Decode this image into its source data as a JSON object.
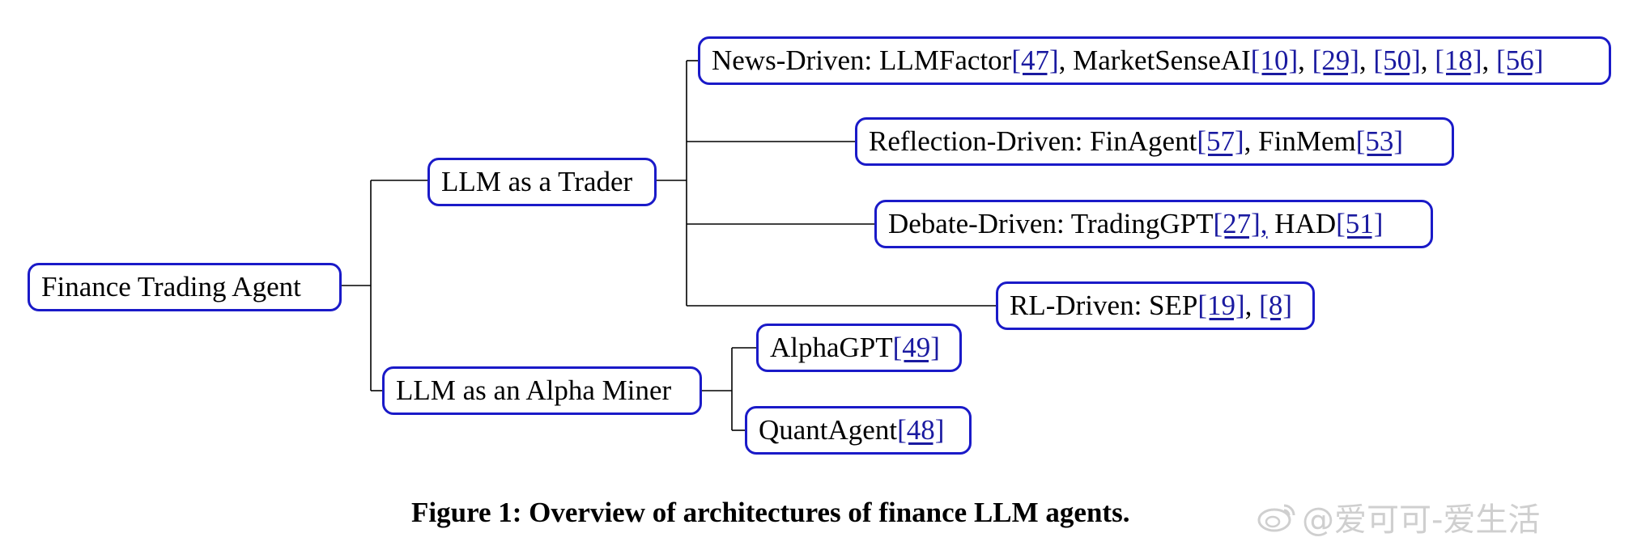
{
  "root": {
    "label": "Finance Trading Agent"
  },
  "trader": {
    "label": "LLM as a Trader",
    "children": {
      "news": {
        "prefix": "News-Driven: LLMFactor",
        "ref1": "[47]",
        "sep1": ", MarketSenseAI",
        "ref2": "[10]",
        "sep2": ", ",
        "ref3": "[29]",
        "sep3": ", ",
        "ref4": "[50]",
        "sep4": ", ",
        "ref5": "[18]",
        "sep5": ", ",
        "ref6": "[56]"
      },
      "reflection": {
        "prefix": "Reflection-Driven: FinAgent",
        "ref1": "[57]",
        "sep1": ", FinMem",
        "ref2": "[53]"
      },
      "debate": {
        "prefix": "Debate-Driven: TradingGPT",
        "ref1": "[27],",
        "sep1": " HAD",
        "ref2": "[51]"
      },
      "rl": {
        "prefix": "RL-Driven: SEP",
        "ref1": "[19]",
        "sep1": ", ",
        "ref2": "[8]"
      }
    }
  },
  "alpha": {
    "label": "LLM as an Alpha Miner",
    "children": {
      "alphagpt": {
        "prefix": "AlphaGPT",
        "ref1": "[49]"
      },
      "quantagent": {
        "prefix": "QuantAgent",
        "ref1": "[48]"
      }
    }
  },
  "caption": "Figure 1: Overview of architectures of finance LLM agents.",
  "watermark": "@爱可可-爱生活",
  "colors": {
    "node_border": "#1a1ac8",
    "ref_text": "#1a1aa0",
    "edge": "#000000",
    "watermark": "#cfcfcf"
  }
}
